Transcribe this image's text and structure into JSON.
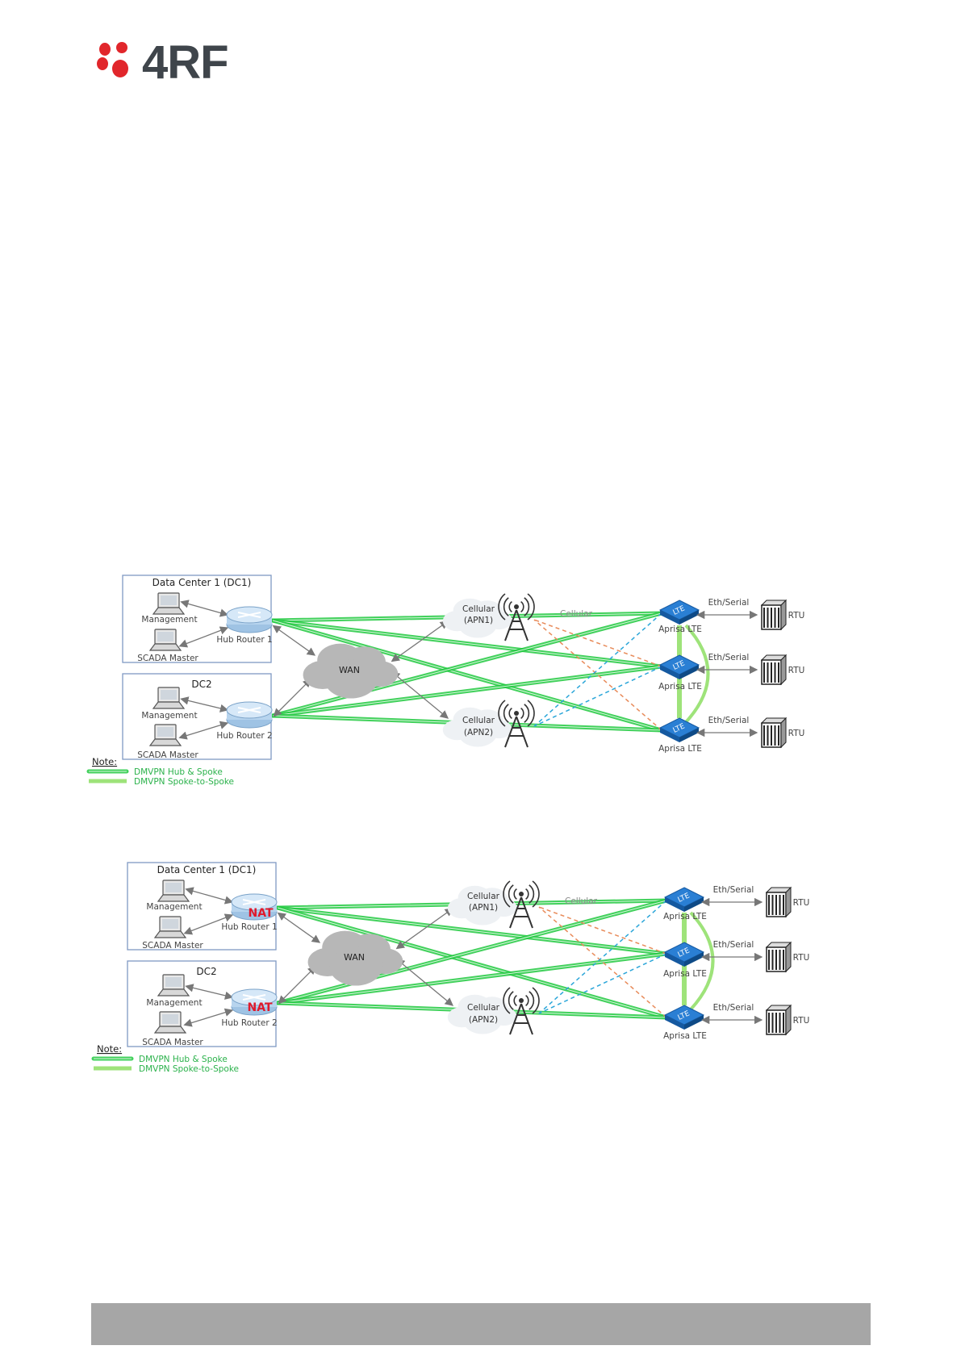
{
  "brand": {
    "logo_text": "4RF",
    "accent_color": "#e1262b",
    "text_color": "#3f454b"
  },
  "colors": {
    "hub_spoke": "#22c940",
    "spoke_to_spoke": "#9ee37a",
    "border": "#7f99c4",
    "nat": "#e0192b",
    "lte": "#1c6fc4",
    "orange_dash": "#e88b5a",
    "blue_dash": "#2ba6d9"
  },
  "diagrams": [
    {
      "dc1_title": "Data Center 1 (DC1)",
      "dc2_title": "DC2",
      "management": "Management",
      "scada": "SCADA Master",
      "hub_router_1": "Hub Router 1",
      "hub_router_2": "Hub Router 2",
      "nat_label": "",
      "wan": "WAN",
      "cell1_line1": "Cellular",
      "cell1_line2": "(APN1)",
      "cell2_line1": "Cellular",
      "cell2_line2": "(APN2)",
      "cellular_link": "Cellular",
      "lte_icon": "LTE",
      "aprisa": "Aprisa LTE",
      "eth_serial": "Eth/Serial",
      "rtu": "RTU",
      "note_title": "Note:",
      "legend_hub_spoke": "DMVPN Hub & Spoke",
      "legend_spoke_spoke": "DMVPN Spoke-to-Spoke"
    },
    {
      "dc1_title": "Data Center 1 (DC1)",
      "dc2_title": "DC2",
      "management": "Management",
      "scada": "SCADA Master",
      "hub_router_1": "Hub Router 1",
      "hub_router_2": "Hub Router 2",
      "nat_label": "NAT",
      "wan": "WAN",
      "cell1_line1": "Cellular",
      "cell1_line2": "(APN1)",
      "cell2_line1": "Cellular",
      "cell2_line2": "(APN2)",
      "cellular_link": "Cellular",
      "lte_icon": "LTE",
      "aprisa": "Aprisa LTE",
      "eth_serial": "Eth/Serial",
      "rtu": "RTU",
      "note_title": "Note:",
      "legend_hub_spoke": "DMVPN Hub & Spoke",
      "legend_spoke_spoke": "DMVPN Spoke-to-Spoke"
    }
  ]
}
